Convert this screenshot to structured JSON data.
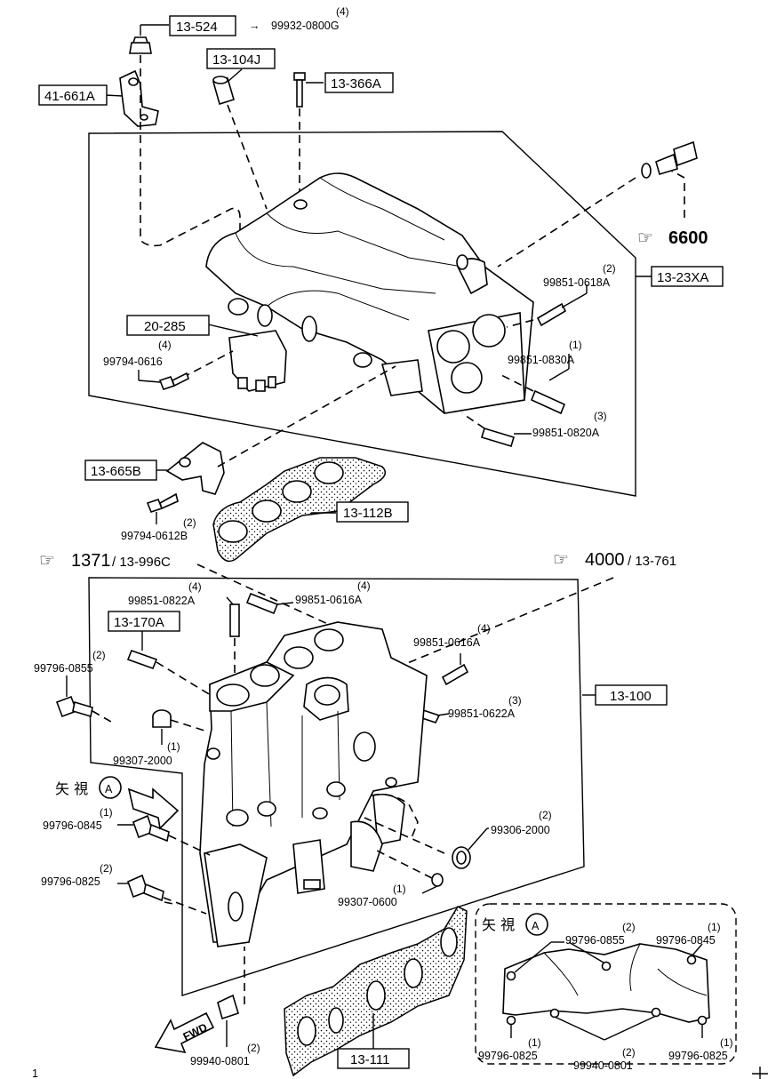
{
  "boxes": {
    "b13_524": "13-524",
    "b13_104J": "13-104J",
    "b13_366A": "13-366A",
    "b41_661A": "41-661A",
    "b13_23XA": "13-23XA",
    "b20_285": "20-285",
    "b13_665B": "13-665B",
    "b13_112B": "13-112B",
    "b13_170A": "13-170A",
    "b13_100": "13-100",
    "b13_111": "13-111"
  },
  "refs": {
    "r6600": "6600",
    "r1371": "1371",
    "r1371_sub": "/ 13-996C",
    "r4000": "4000",
    "r4000_sub": "/ 13-761"
  },
  "parts": {
    "p99932": {
      "qty": "(4)",
      "no": "99932-0800G"
    },
    "p99851_0618A": {
      "qty": "(2)",
      "no": "99851-0618A"
    },
    "p99851_0830A": {
      "qty": "(1)",
      "no": "99851-0830A"
    },
    "p99851_0820A": {
      "qty": "(3)",
      "no": "99851-0820A"
    },
    "p99794_0616": {
      "qty": "(4)",
      "no": "99794-0616"
    },
    "p99794_0612B": {
      "qty": "(2)",
      "no": "99794-0612B"
    },
    "p99851_0822A": {
      "qty": "(4)",
      "no": "99851-0822A"
    },
    "p99851_0616A_top": {
      "qty": "(4)",
      "no": "99851-0616A"
    },
    "p99851_0616A_mid": {
      "qty": "(4)",
      "no": "99851-0616A"
    },
    "p99851_0622A": {
      "qty": "(3)",
      "no": "99851-0622A"
    },
    "p99796_0855": {
      "qty": "(2)",
      "no": "99796-0855"
    },
    "p99307_2000": {
      "qty": "(1)",
      "no": "99307-2000"
    },
    "p99796_0845": {
      "qty": "(1)",
      "no": "99796-0845"
    },
    "p99796_0825": {
      "qty": "(2)",
      "no": "99796-0825"
    },
    "p99306_2000": {
      "qty": "(2)",
      "no": "99306-2000"
    },
    "p99307_0600": {
      "qty": "(1)",
      "no": "99307-0600"
    },
    "p99940_0801": {
      "qty": "(2)",
      "no": "99940-0801"
    }
  },
  "view_a": {
    "label": "矢 視",
    "letter": "A",
    "fwd": "FWD",
    "inset": {
      "p0855": {
        "qty": "(2)",
        "no": "99796-0855"
      },
      "p0845": {
        "qty": "(1)",
        "no": "99796-0845"
      },
      "p0825": {
        "qty": "(1)",
        "no": "99796-0825"
      },
      "p0801": {
        "qty": "(2)",
        "no": "99940-0801"
      },
      "p0825b": {
        "qty": "(1)",
        "no": "99796-0825"
      }
    }
  },
  "corner_mark": "1"
}
